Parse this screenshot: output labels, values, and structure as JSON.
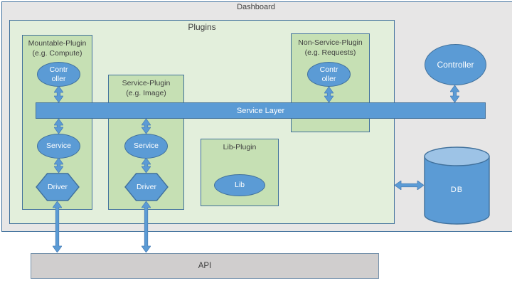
{
  "diagram": {
    "dashboard_title": "Dashboard",
    "plugins": {
      "title": "Plugins",
      "mountable_plugin": {
        "title_line1": "Mountable-Plugin",
        "title_line2": "(e.g. Compute)",
        "controller_lines": [
          "Contr",
          "oller"
        ],
        "service_label": "Service",
        "driver_label": "Driver"
      },
      "service_plugin": {
        "title_line1": "Service-Plugin",
        "title_line2": "(e.g. Image)",
        "service_label": "Service",
        "driver_label": "Driver"
      },
      "non_service_plugin": {
        "title_line1": "Non-Service-Plugin",
        "title_line2": "(e.g. Requests)",
        "controller_lines": [
          "Contr",
          "oller"
        ]
      },
      "lib_plugin": {
        "title": "Lib-Plugin",
        "lib_label": "Lib"
      },
      "service_layer_label": "Service Layer"
    },
    "controller_label": "Controller",
    "db_label": "DB",
    "api_label": "API",
    "colors": {
      "shape_blue": "#5B9BD5",
      "shape_blue_border": "#41719C",
      "cylinder_top_blue": "#9DC3E6",
      "plugins_light_green": "#E3EFDC",
      "plugin_green": "#C6E0B4",
      "dashboard_gray": "#E7E6E6",
      "api_gray": "#D0CECE",
      "arrow_blue": "#5B9BD5",
      "text_dark": "#3F3F3F",
      "text_white": "#FFFFFF"
    },
    "edges": [
      {
        "from": "mountable-controller",
        "to": "service-layer",
        "type": "double-arrow"
      },
      {
        "from": "service-layer",
        "to": "mountable-service",
        "type": "double-arrow"
      },
      {
        "from": "mountable-service",
        "to": "mountable-driver",
        "type": "double-arrow"
      },
      {
        "from": "mountable-driver",
        "to": "api",
        "type": "double-arrow"
      },
      {
        "from": "service-layer",
        "to": "service-plugin-service",
        "type": "double-arrow"
      },
      {
        "from": "service-plugin-service",
        "to": "service-plugin-driver",
        "type": "double-arrow"
      },
      {
        "from": "service-plugin-driver",
        "to": "api",
        "type": "double-arrow"
      },
      {
        "from": "non-service-controller",
        "to": "service-layer",
        "type": "double-arrow"
      },
      {
        "from": "controller",
        "to": "service-layer",
        "type": "double-arrow"
      },
      {
        "from": "plugins",
        "to": "db",
        "type": "double-arrow"
      }
    ]
  }
}
